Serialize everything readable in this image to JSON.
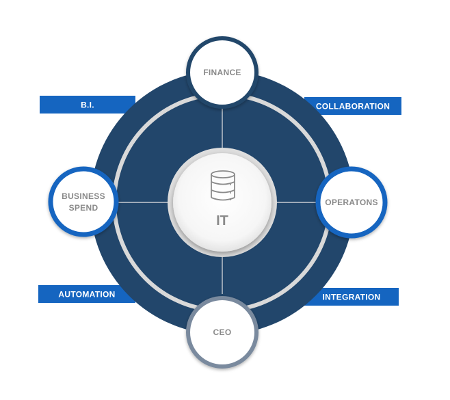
{
  "diagram": {
    "center": {
      "label": "IT",
      "icon": "database-icon"
    },
    "nodes": {
      "top": "FINANCE",
      "left_line1": "BUSINESS",
      "left_line2": "SPEND",
      "right": "OPERATONS",
      "bottom": "CEO"
    },
    "tags": {
      "top_left": "B.I.",
      "top_right": "COLLABORATION",
      "bottom_left": "AUTOMATION",
      "bottom_right": "INTEGRATION"
    }
  },
  "colors": {
    "navy": "#22466b",
    "blue": "#1565c0",
    "slate": "#7a8a9e",
    "ring": "#d9d9d9",
    "text_gray": "#8a8a8a"
  }
}
